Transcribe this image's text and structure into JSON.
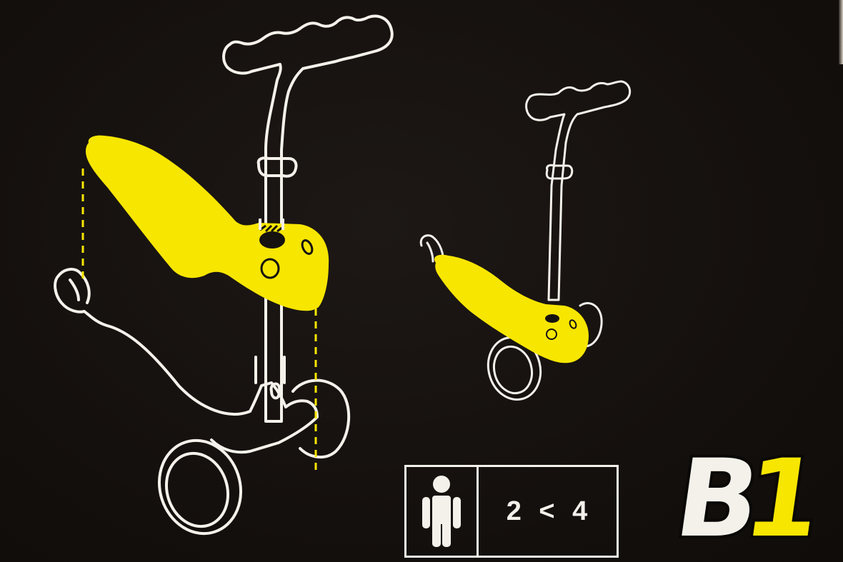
{
  "scene": {
    "type": "product-packaging-illustration",
    "subject": "kids-scooter-with-detachable-seat",
    "background_color": "#161210",
    "accent_color": "#f7e600",
    "line_color": "#f3f1ea"
  },
  "illustrations": [
    {
      "name": "exploded-view-large-scooter",
      "description": "Seat/deck piece lifted above scooter base with dashed alignment lines"
    },
    {
      "name": "assembled-small-scooter",
      "description": "Three-wheel scooter with yellow deck attached"
    }
  ],
  "age_badge": {
    "icon": "person-icon",
    "text": "2 < 4"
  },
  "logo": {
    "letter": "B",
    "number": "1",
    "letter_color": "#f3f1ea",
    "number_color": "#f7e600"
  }
}
